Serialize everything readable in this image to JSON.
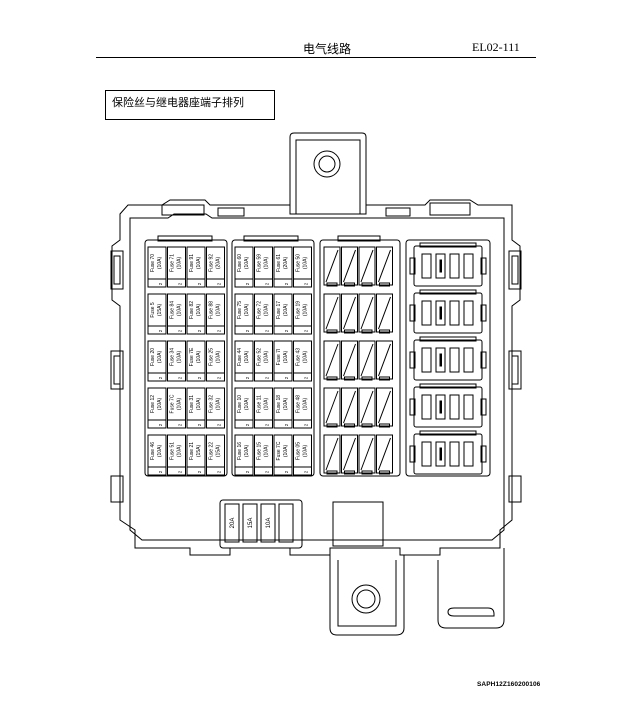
{
  "header": {
    "title": "电气线路",
    "page_code": "EL02-111"
  },
  "caption": "保险丝与继电器座端子排列",
  "footer": {
    "image_code": "SAPH12Z160200106"
  },
  "fuse_left": {
    "rows": [
      {
        "cells": [
          {
            "name": "Fuse 70",
            "rating": "(10A)"
          },
          {
            "name": "Fuse 71",
            "rating": "(10A)"
          },
          {
            "name": "Fuse 91",
            "rating": "(10A)"
          },
          {
            "name": "Fuse 92",
            "rating": "(20A)"
          }
        ]
      },
      {
        "cells": [
          {
            "name": "Fuse 5",
            "rating": "(15A)"
          },
          {
            "name": "Fuse 84",
            "rating": "(10A)"
          },
          {
            "name": "Fuse 82",
            "rating": "(10A)"
          },
          {
            "name": "Fuse 88",
            "rating": "(10A)"
          }
        ]
      },
      {
        "cells": [
          {
            "name": "Fuse 20",
            "rating": "(10A)"
          },
          {
            "name": "Fuse 34",
            "rating": "(10A)"
          },
          {
            "name": "Fuse 7E",
            "rating": "(10A)"
          },
          {
            "name": "Fuse 25",
            "rating": "(10A)"
          }
        ]
      },
      {
        "cells": [
          {
            "name": "Fuse 12",
            "rating": "(10A)"
          },
          {
            "name": "Fuse 7C",
            "rating": "(10A)"
          },
          {
            "name": "Fuse 31",
            "rating": "(10A)"
          },
          {
            "name": "Fuse 32",
            "rating": "(10A)"
          }
        ]
      },
      {
        "cells": [
          {
            "name": "Fuse 46",
            "rating": "(10A)"
          },
          {
            "name": "Fuse 51",
            "rating": "(10A)"
          },
          {
            "name": "Fuse 21",
            "rating": "(15A)"
          },
          {
            "name": "Fuse 22",
            "rating": "(15A)"
          }
        ]
      }
    ]
  },
  "fuse_right": {
    "rows": [
      {
        "cells": [
          {
            "name": "Fuse 60",
            "rating": "(10A)"
          },
          {
            "name": "Fuse 59",
            "rating": "(10A)"
          },
          {
            "name": "Fuse 61",
            "rating": "(20A)"
          },
          {
            "name": "Fuse 50",
            "rating": "(10A)"
          }
        ]
      },
      {
        "cells": [
          {
            "name": "Fuse 75",
            "rating": "(10A)"
          },
          {
            "name": "Fuse 72",
            "rating": "(10A)"
          },
          {
            "name": "Fuse 17",
            "rating": "(10A)"
          },
          {
            "name": "Fuse 19",
            "rating": "(10A)"
          }
        ]
      },
      {
        "cells": [
          {
            "name": "Fuse 44",
            "rating": "(10A)"
          },
          {
            "name": "Fuse 52",
            "rating": "(10A)"
          },
          {
            "name": "Fuse 7I",
            "rating": "(10A)"
          },
          {
            "name": "Fuse 43",
            "rating": "(10A)"
          }
        ]
      },
      {
        "cells": [
          {
            "name": "Fuse 10",
            "rating": "(10A)"
          },
          {
            "name": "Fuse 11",
            "rating": "(10A)"
          },
          {
            "name": "Fuse 18",
            "rating": "(10A)"
          },
          {
            "name": "Fuse 48",
            "rating": "(10A)"
          }
        ]
      },
      {
        "cells": [
          {
            "name": "Fuse 16",
            "rating": "(10A)"
          },
          {
            "name": "Fuse 15",
            "rating": "(10A)"
          },
          {
            "name": "Fuse 7C",
            "rating": "(10A)"
          },
          {
            "name": "Fuse 05",
            "rating": "(10A)"
          }
        ]
      }
    ]
  },
  "terminal_mark": "2",
  "spare_fuses": [
    "20A",
    "15A",
    "10A",
    ""
  ]
}
